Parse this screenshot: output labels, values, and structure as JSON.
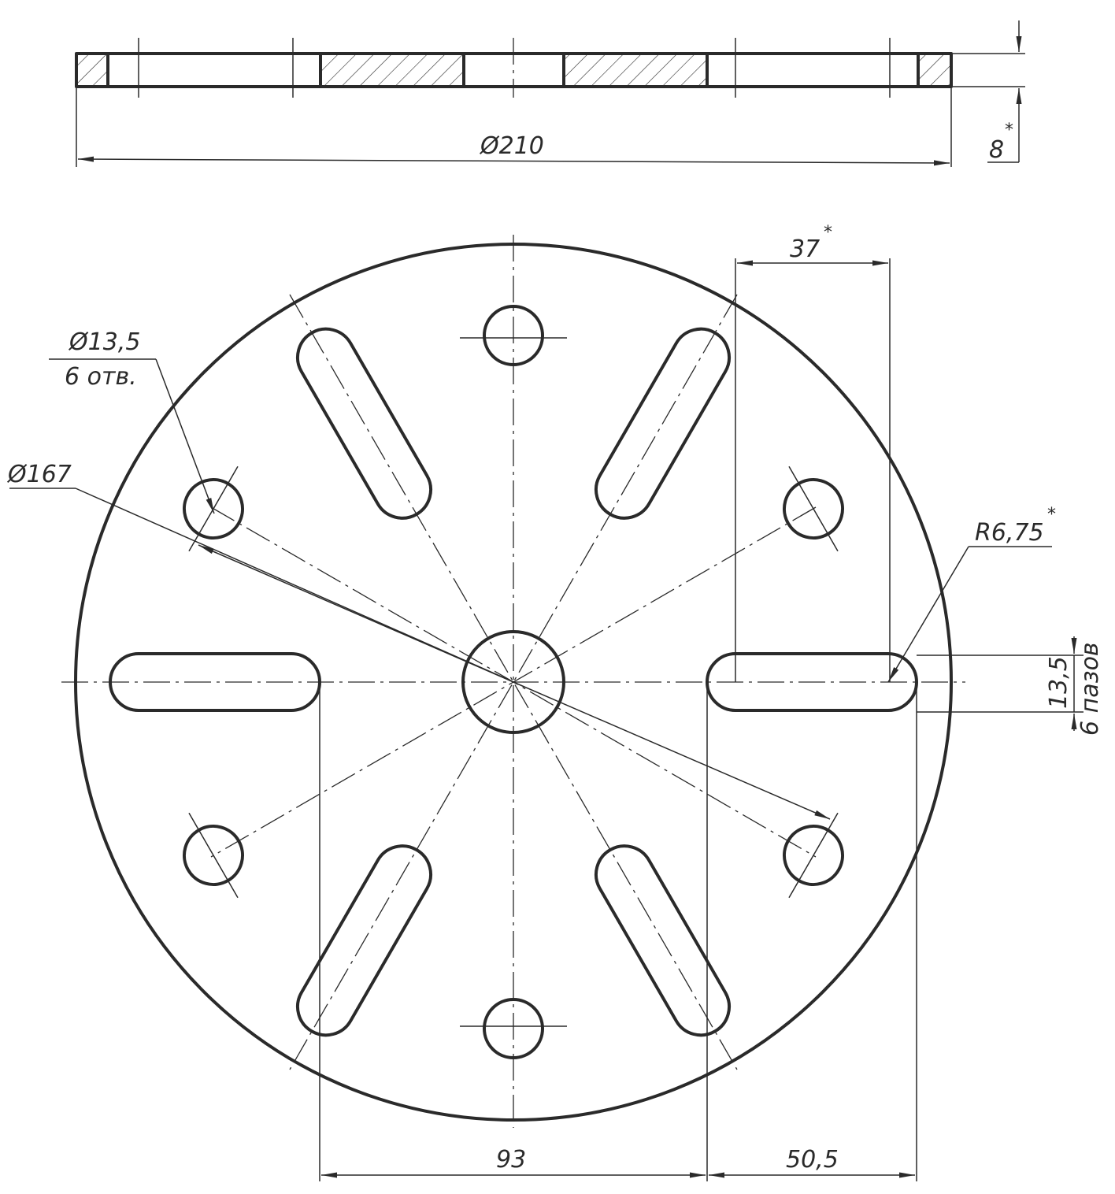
{
  "dimensions": {
    "outer_diameter": "Ø210",
    "thickness": "8",
    "thickness_mark": "*",
    "bolt_circle": "Ø167",
    "hole_diameter": "Ø13,5",
    "hole_count": "6 отв.",
    "slot_length": "37",
    "slot_length_mark": "*",
    "slot_radius": "R6,75",
    "slot_radius_mark": "*",
    "slot_width": "13,5",
    "slot_count": "6 пазов",
    "slot_span_inner": "93",
    "slot_span_outer": "50,5"
  }
}
